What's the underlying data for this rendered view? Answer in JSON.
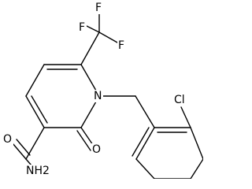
{
  "structure": {
    "colors": {
      "bond": "#000000",
      "text": "#000000",
      "background": "#ffffff"
    },
    "labels": {
      "f_top": "F",
      "f_left": "F",
      "f_right": "F",
      "n_ring": "N",
      "o_carbonyl": "O",
      "o_amide": "O",
      "nh2_amide": "NH2",
      "cl": "Cl"
    }
  }
}
